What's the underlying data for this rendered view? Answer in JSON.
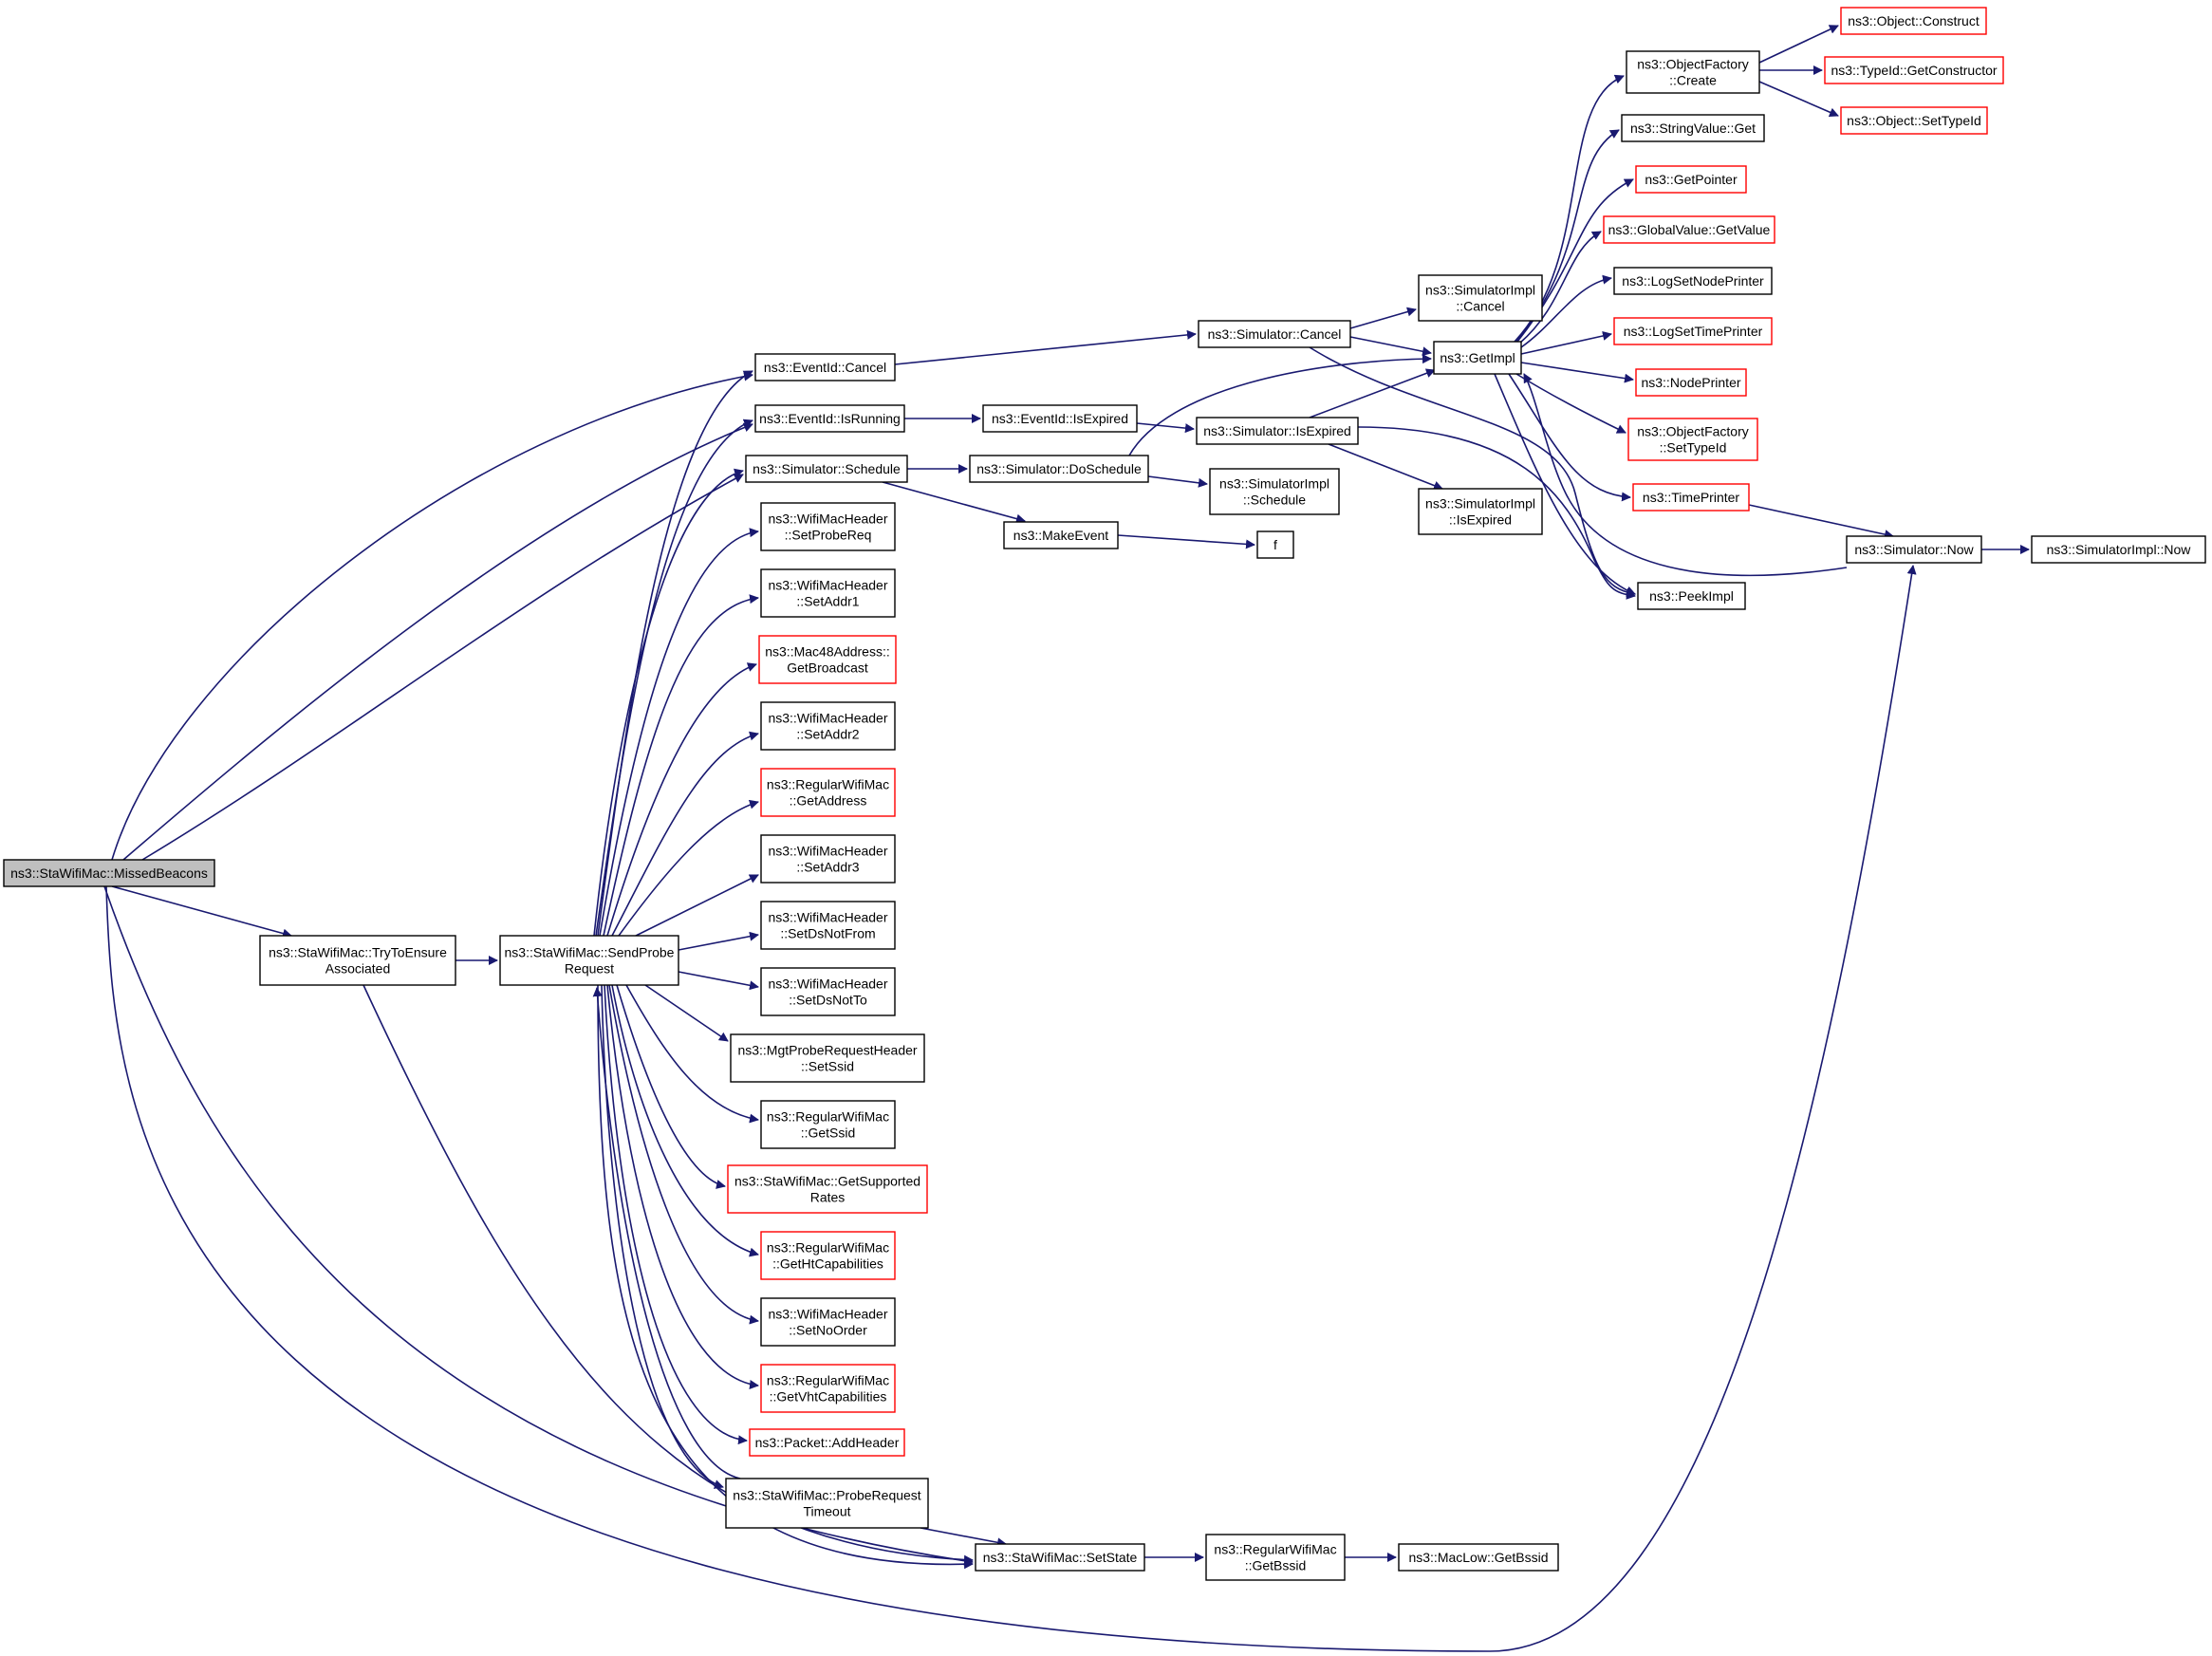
{
  "colors": {
    "edge": "#191970",
    "node_border": "#000000",
    "truncated_node_border": "#ff0000",
    "focus_node_fill": "#bfbfbf",
    "node_fill": "#ffffff",
    "text": "#000000"
  },
  "graph": {
    "nodes": [
      {
        "id": "missedBeacons",
        "lines": [
          "ns3::StaWifiMac::MissedBeacons"
        ],
        "focus": true,
        "truncated": false
      },
      {
        "id": "tryToEnsure",
        "lines": [
          "ns3::StaWifiMac::TryToEnsure",
          "Associated"
        ],
        "truncated": false
      },
      {
        "id": "sendProbe",
        "lines": [
          "ns3::StaWifiMac::SendProbe",
          "Request"
        ],
        "truncated": false
      },
      {
        "id": "eventCancel",
        "lines": [
          "ns3::EventId::Cancel"
        ],
        "truncated": false
      },
      {
        "id": "eventIsRunning",
        "lines": [
          "ns3::EventId::IsRunning"
        ],
        "truncated": false
      },
      {
        "id": "simSchedule",
        "lines": [
          "ns3::Simulator::Schedule"
        ],
        "truncated": false
      },
      {
        "id": "setProbeReq",
        "lines": [
          "ns3::WifiMacHeader",
          "::SetProbeReq"
        ],
        "truncated": false
      },
      {
        "id": "setAddr1",
        "lines": [
          "ns3::WifiMacHeader",
          "::SetAddr1"
        ],
        "truncated": false
      },
      {
        "id": "getBroadcast",
        "lines": [
          "ns3::Mac48Address::",
          "GetBroadcast"
        ],
        "truncated": true
      },
      {
        "id": "setAddr2",
        "lines": [
          "ns3::WifiMacHeader",
          "::SetAddr2"
        ],
        "truncated": false
      },
      {
        "id": "getAddress",
        "lines": [
          "ns3::RegularWifiMac",
          "::GetAddress"
        ],
        "truncated": true
      },
      {
        "id": "setAddr3",
        "lines": [
          "ns3::WifiMacHeader",
          "::SetAddr3"
        ],
        "truncated": false
      },
      {
        "id": "setDsNotFrom",
        "lines": [
          "ns3::WifiMacHeader",
          "::SetDsNotFrom"
        ],
        "truncated": false
      },
      {
        "id": "setDsNotTo",
        "lines": [
          "ns3::WifiMacHeader",
          "::SetDsNotTo"
        ],
        "truncated": false
      },
      {
        "id": "setSsid",
        "lines": [
          "ns3::MgtProbeRequestHeader",
          "::SetSsid"
        ],
        "truncated": false
      },
      {
        "id": "getSsid",
        "lines": [
          "ns3::RegularWifiMac",
          "::GetSsid"
        ],
        "truncated": false
      },
      {
        "id": "getSupportedRates",
        "lines": [
          "ns3::StaWifiMac::GetSupported",
          "Rates"
        ],
        "truncated": true
      },
      {
        "id": "getHtCap",
        "lines": [
          "ns3::RegularWifiMac",
          "::GetHtCapabilities"
        ],
        "truncated": true
      },
      {
        "id": "setNoOrder",
        "lines": [
          "ns3::WifiMacHeader",
          "::SetNoOrder"
        ],
        "truncated": false
      },
      {
        "id": "getVhtCap",
        "lines": [
          "ns3::RegularWifiMac",
          "::GetVhtCapabilities"
        ],
        "truncated": true
      },
      {
        "id": "addHeader",
        "lines": [
          "ns3::Packet::AddHeader"
        ],
        "truncated": true
      },
      {
        "id": "probeTimeout",
        "lines": [
          "ns3::StaWifiMac::ProbeRequest",
          "Timeout"
        ],
        "truncated": false
      },
      {
        "id": "setState",
        "lines": [
          "ns3::StaWifiMac::SetState"
        ],
        "truncated": false
      },
      {
        "id": "getBssid",
        "lines": [
          "ns3::RegularWifiMac",
          "::GetBssid"
        ],
        "truncated": false
      },
      {
        "id": "macLowGetBssid",
        "lines": [
          "ns3::MacLow::GetBssid"
        ],
        "truncated": false
      },
      {
        "id": "eventIsExpired",
        "lines": [
          "ns3::EventId::IsExpired"
        ],
        "truncated": false
      },
      {
        "id": "doSchedule",
        "lines": [
          "ns3::Simulator::DoSchedule"
        ],
        "truncated": false
      },
      {
        "id": "makeEvent",
        "lines": [
          "ns3::MakeEvent"
        ],
        "truncated": false
      },
      {
        "id": "simCancel",
        "lines": [
          "ns3::Simulator::Cancel"
        ],
        "truncated": false
      },
      {
        "id": "simIsExpired",
        "lines": [
          "ns3::Simulator::IsExpired"
        ],
        "truncated": false
      },
      {
        "id": "implSchedule",
        "lines": [
          "ns3::SimulatorImpl",
          "::Schedule"
        ],
        "truncated": false
      },
      {
        "id": "f",
        "lines": [
          "f"
        ],
        "truncated": false
      },
      {
        "id": "implCancel",
        "lines": [
          "ns3::SimulatorImpl",
          "::Cancel"
        ],
        "truncated": false
      },
      {
        "id": "getImpl",
        "lines": [
          "ns3::GetImpl"
        ],
        "truncated": false
      },
      {
        "id": "implIsExpired",
        "lines": [
          "ns3::SimulatorImpl",
          "::IsExpired"
        ],
        "truncated": false
      },
      {
        "id": "objFactoryCreate",
        "lines": [
          "ns3::ObjectFactory",
          "::Create"
        ],
        "truncated": false
      },
      {
        "id": "stringValueGet",
        "lines": [
          "ns3::StringValue::Get"
        ],
        "truncated": false
      },
      {
        "id": "getPointer",
        "lines": [
          "ns3::GetPointer"
        ],
        "truncated": true
      },
      {
        "id": "globalValueGetValue",
        "lines": [
          "ns3::GlobalValue::GetValue"
        ],
        "truncated": true
      },
      {
        "id": "logSetNodePrinter",
        "lines": [
          "ns3::LogSetNodePrinter"
        ],
        "truncated": false
      },
      {
        "id": "logSetTimePrinter",
        "lines": [
          "ns3::LogSetTimePrinter"
        ],
        "truncated": true
      },
      {
        "id": "nodePrinter",
        "lines": [
          "ns3::NodePrinter"
        ],
        "truncated": true
      },
      {
        "id": "objFactorySetTypeId",
        "lines": [
          "ns3::ObjectFactory",
          "::SetTypeId"
        ],
        "truncated": true
      },
      {
        "id": "timePrinter",
        "lines": [
          "ns3::TimePrinter"
        ],
        "truncated": true
      },
      {
        "id": "peekImpl",
        "lines": [
          "ns3::PeekImpl"
        ],
        "truncated": false
      },
      {
        "id": "simNow",
        "lines": [
          "ns3::Simulator::Now"
        ],
        "truncated": false
      },
      {
        "id": "implNow",
        "lines": [
          "ns3::SimulatorImpl::Now"
        ],
        "truncated": false
      },
      {
        "id": "objConstruct",
        "lines": [
          "ns3::Object::Construct"
        ],
        "truncated": true
      },
      {
        "id": "typeIdGetConstructor",
        "lines": [
          "ns3::TypeId::GetConstructor"
        ],
        "truncated": true
      },
      {
        "id": "objSetTypeId",
        "lines": [
          "ns3::Object::SetTypeId"
        ],
        "truncated": true
      }
    ],
    "edges": [
      [
        "missedBeacons",
        "eventCancel"
      ],
      [
        "missedBeacons",
        "eventIsRunning"
      ],
      [
        "missedBeacons",
        "simSchedule"
      ],
      [
        "missedBeacons",
        "tryToEnsure"
      ],
      [
        "missedBeacons",
        "setState"
      ],
      [
        "missedBeacons",
        "simNow"
      ],
      [
        "tryToEnsure",
        "sendProbe"
      ],
      [
        "tryToEnsure",
        "setState"
      ],
      [
        "sendProbe",
        "eventCancel"
      ],
      [
        "sendProbe",
        "eventIsRunning"
      ],
      [
        "sendProbe",
        "simSchedule"
      ],
      [
        "sendProbe",
        "setProbeReq"
      ],
      [
        "sendProbe",
        "setAddr1"
      ],
      [
        "sendProbe",
        "getBroadcast"
      ],
      [
        "sendProbe",
        "setAddr2"
      ],
      [
        "sendProbe",
        "getAddress"
      ],
      [
        "sendProbe",
        "setAddr3"
      ],
      [
        "sendProbe",
        "setDsNotFrom"
      ],
      [
        "sendProbe",
        "setDsNotTo"
      ],
      [
        "sendProbe",
        "setSsid"
      ],
      [
        "sendProbe",
        "getSsid"
      ],
      [
        "sendProbe",
        "getSupportedRates"
      ],
      [
        "sendProbe",
        "getHtCap"
      ],
      [
        "sendProbe",
        "setNoOrder"
      ],
      [
        "sendProbe",
        "getVhtCap"
      ],
      [
        "sendProbe",
        "addHeader"
      ],
      [
        "sendProbe",
        "probeTimeout"
      ],
      [
        "sendProbe",
        "setState"
      ],
      [
        "probeTimeout",
        "sendProbe"
      ],
      [
        "probeTimeout",
        "setState"
      ],
      [
        "setState",
        "getBssid"
      ],
      [
        "getBssid",
        "macLowGetBssid"
      ],
      [
        "eventCancel",
        "simCancel"
      ],
      [
        "eventIsRunning",
        "eventIsExpired"
      ],
      [
        "eventIsExpired",
        "simIsExpired"
      ],
      [
        "simSchedule",
        "doSchedule"
      ],
      [
        "simSchedule",
        "makeEvent"
      ],
      [
        "doSchedule",
        "getImpl"
      ],
      [
        "doSchedule",
        "implSchedule"
      ],
      [
        "makeEvent",
        "f"
      ],
      [
        "simCancel",
        "implCancel"
      ],
      [
        "simCancel",
        "getImpl"
      ],
      [
        "simCancel",
        "peekImpl"
      ],
      [
        "simIsExpired",
        "getImpl"
      ],
      [
        "simIsExpired",
        "implIsExpired"
      ],
      [
        "simIsExpired",
        "peekImpl"
      ],
      [
        "getImpl",
        "objFactoryCreate"
      ],
      [
        "getImpl",
        "stringValueGet"
      ],
      [
        "getImpl",
        "getPointer"
      ],
      [
        "getImpl",
        "globalValueGetValue"
      ],
      [
        "getImpl",
        "logSetNodePrinter"
      ],
      [
        "getImpl",
        "logSetTimePrinter"
      ],
      [
        "getImpl",
        "nodePrinter"
      ],
      [
        "getImpl",
        "objFactorySetTypeId"
      ],
      [
        "getImpl",
        "timePrinter"
      ],
      [
        "getImpl",
        "peekImpl"
      ],
      [
        "objFactoryCreate",
        "objConstruct"
      ],
      [
        "objFactoryCreate",
        "typeIdGetConstructor"
      ],
      [
        "objFactoryCreate",
        "objSetTypeId"
      ],
      [
        "timePrinter",
        "simNow"
      ],
      [
        "simNow",
        "getImpl"
      ],
      [
        "simNow",
        "implNow"
      ]
    ]
  }
}
